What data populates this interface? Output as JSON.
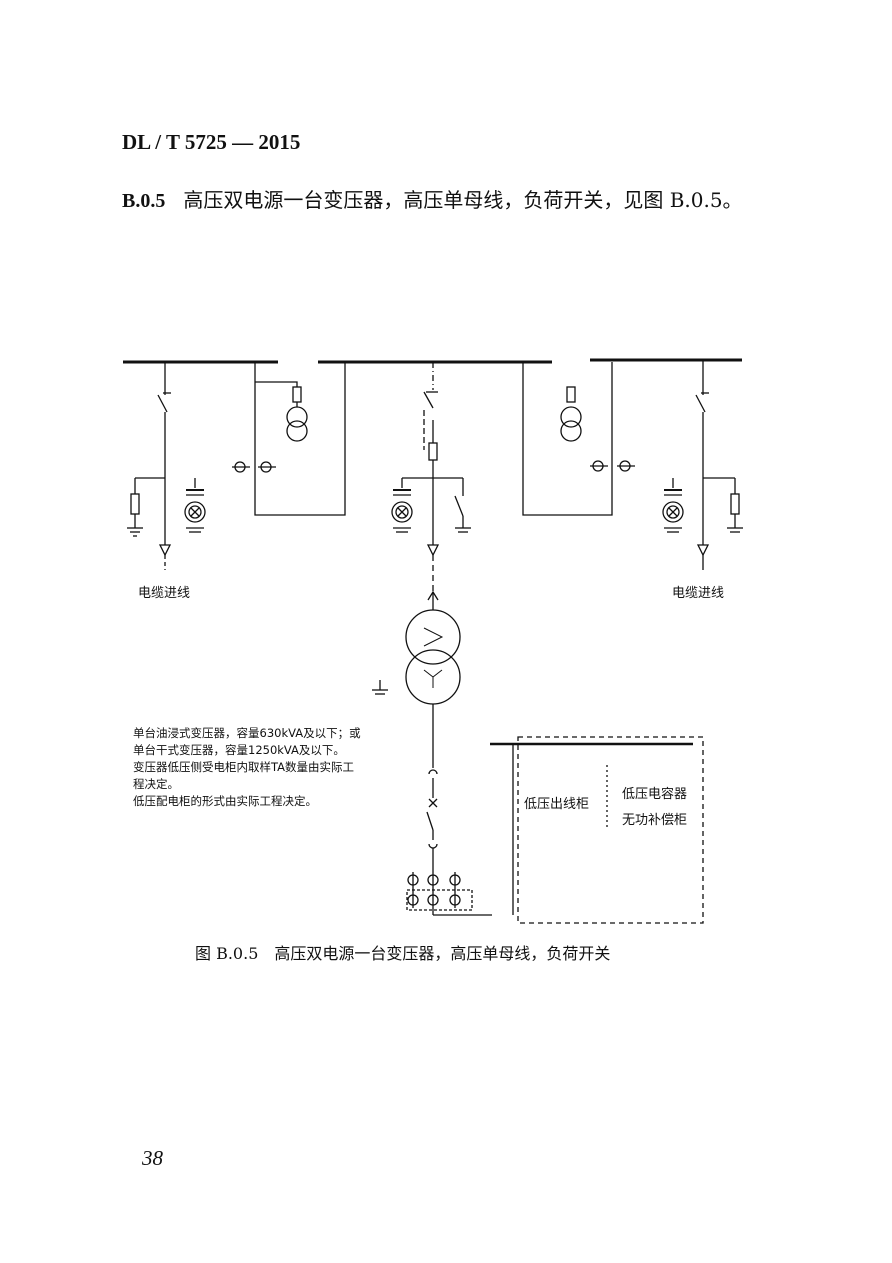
{
  "header": {
    "standard_code": "DL / T 5725 — 2015"
  },
  "section": {
    "number": "B.0.5",
    "text": "高压双电源一台变压器，高压单母线，负荷开关，见图 B.0.5。"
  },
  "diagram": {
    "left_feeder_label": "电缆进线",
    "right_feeder_label": "电缆进线",
    "notes": [
      "单台油浸式变压器，容量630kVA及以下；或",
      "单台干式变压器，容量1250kVA及以下。",
      "变压器低压侧受电柜内取样TA数量由实际工",
      "程决定。",
      "低压配电柜的形式由实际工程决定。"
    ],
    "lv_outgoing_label": "低压出线柜",
    "lv_capacitor_label_1": "低压电容器",
    "lv_capacitor_label_2": "无功补偿柜"
  },
  "caption": "图 B.0.5　高压双电源一台变压器，高压单母线，负荷开关",
  "page_number": "38"
}
